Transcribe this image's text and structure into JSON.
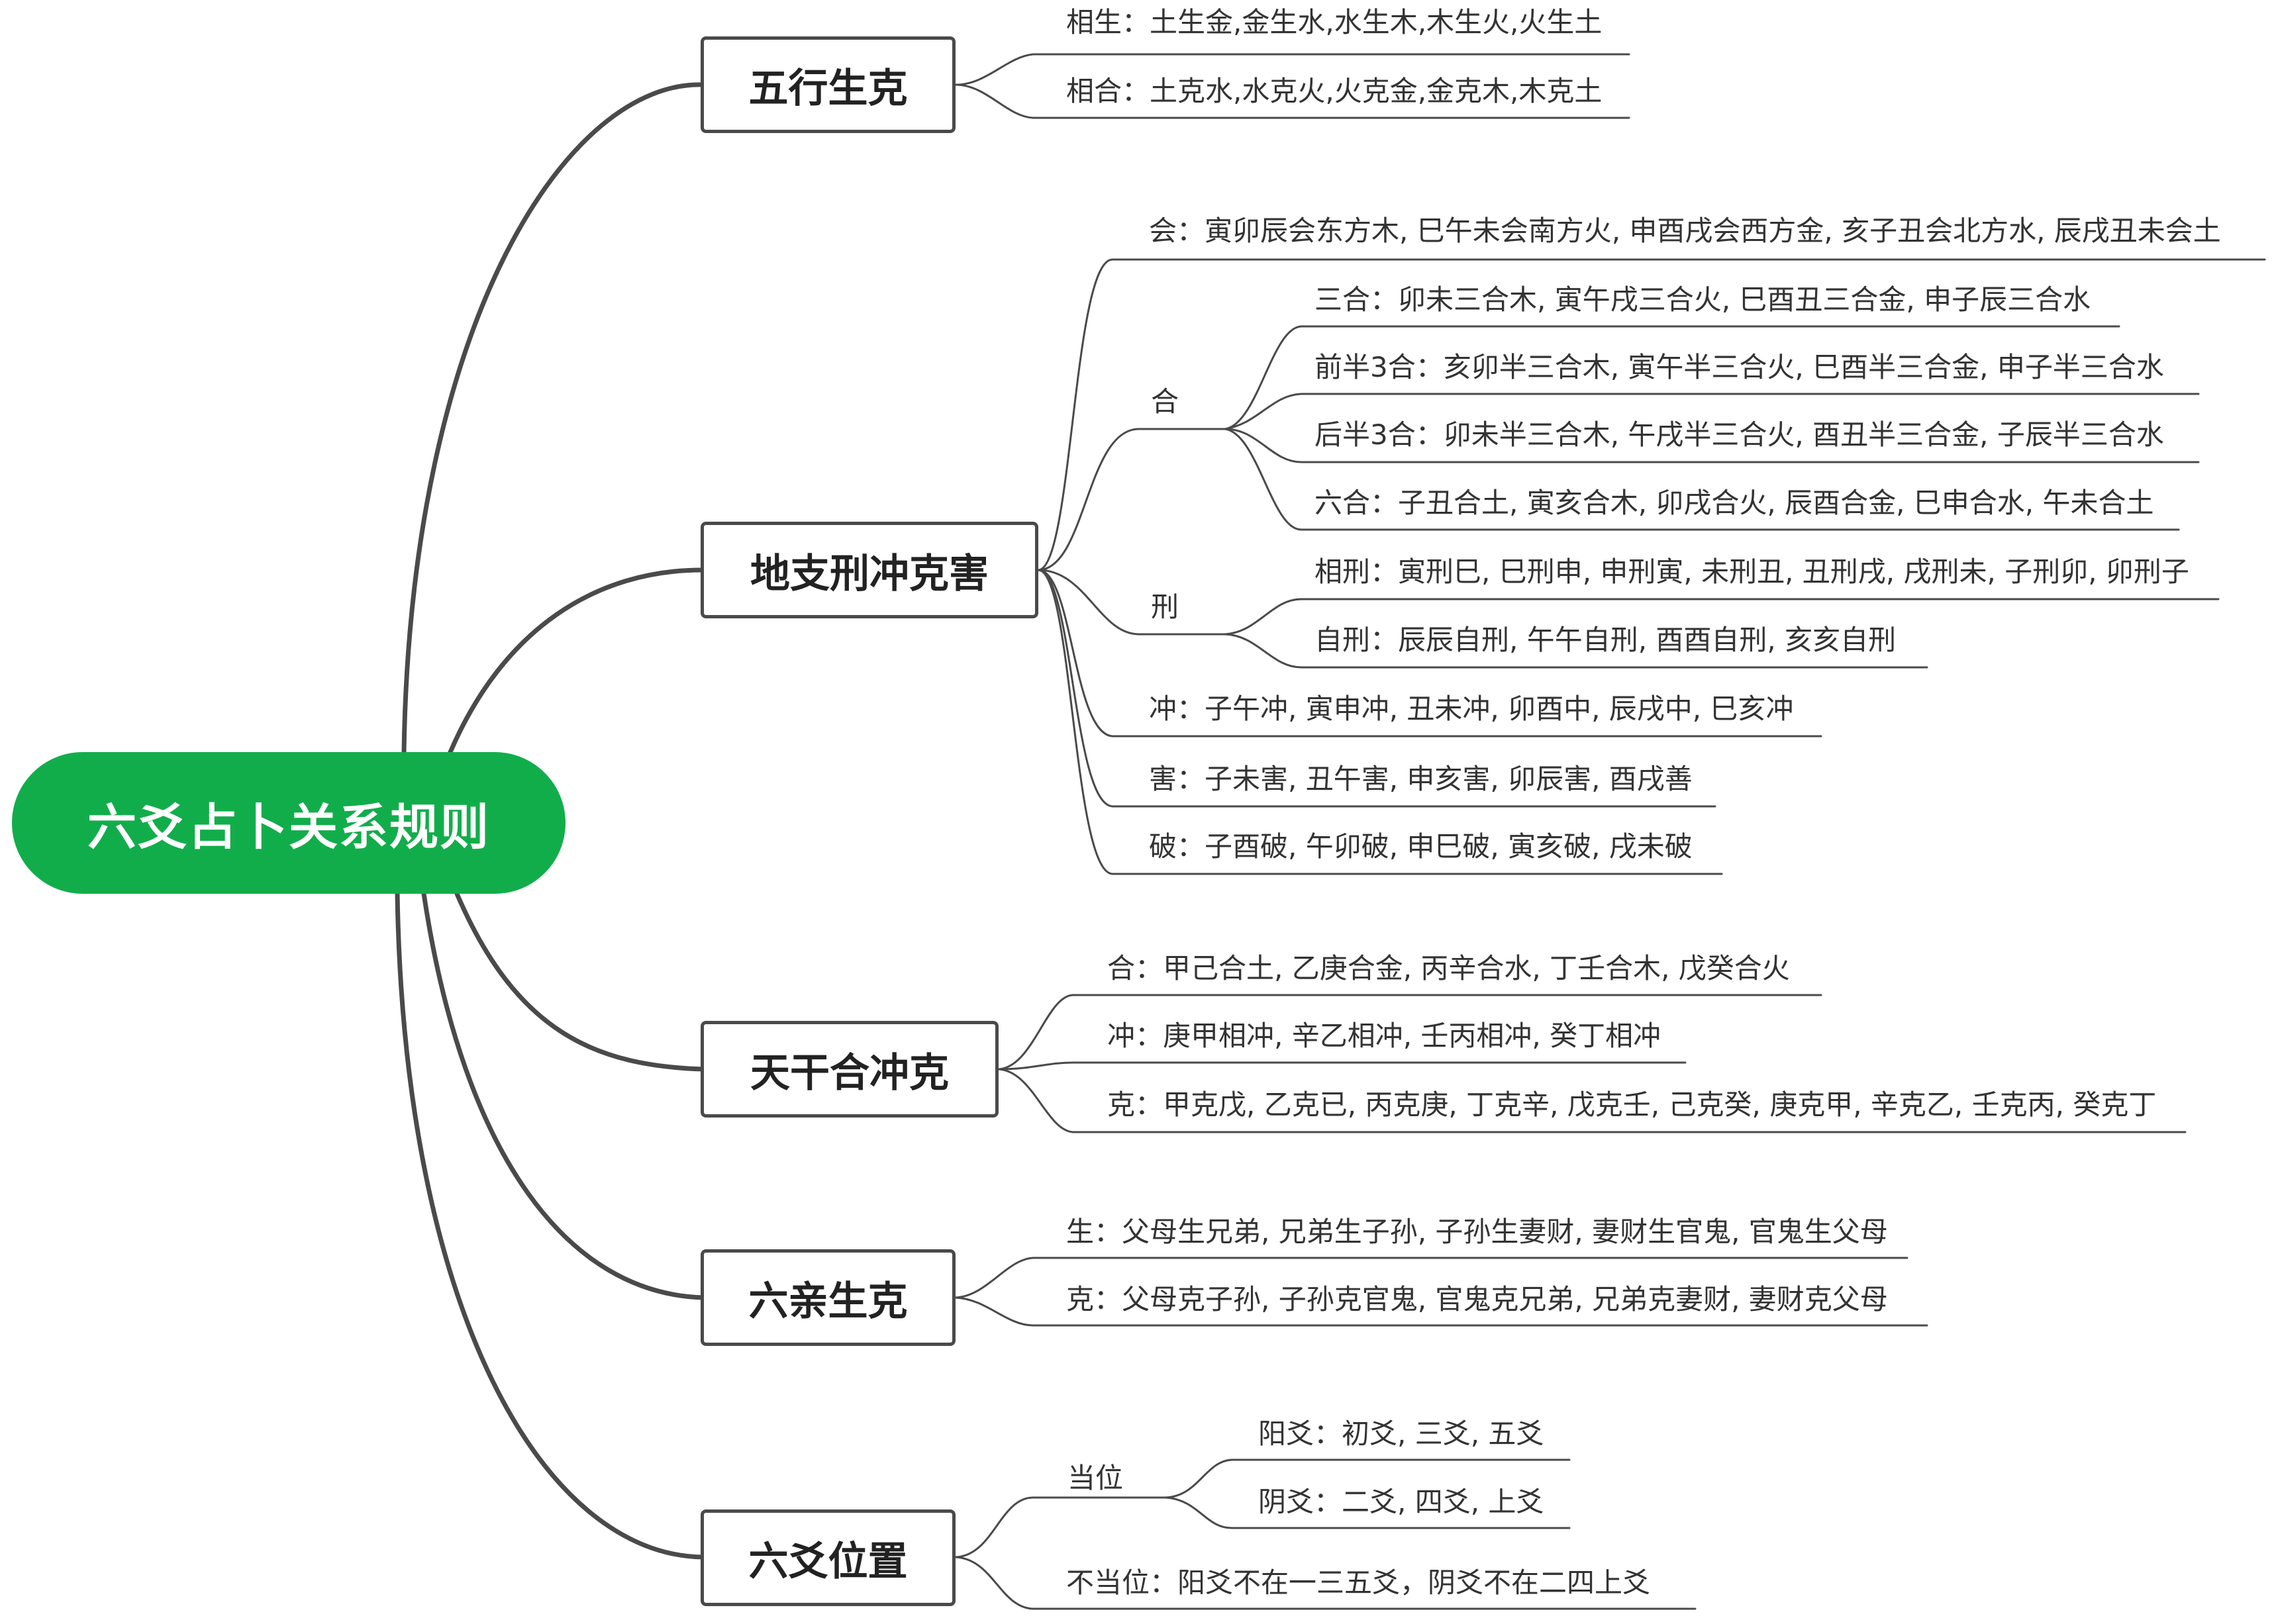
{
  "root": {
    "label": "六爻占卜关系规则"
  },
  "wuxing": {
    "label": "五行生克",
    "sheng": "相生：土生金,金生水,水生木,木生火,火生土",
    "he": "相合：土克水,水克火,火克金,金克木,木克土"
  },
  "dizhi": {
    "label": "地支刑冲克害",
    "hui": "会：寅卯辰会东方木, 巳午未会南方火, 申酉戌会西方金, 亥子丑会北方水, 辰戌丑未会土",
    "he": {
      "label": "合",
      "sanhe": "三合：卯未三合木, 寅午戌三合火, 巳酉丑三合金, 申子辰三合水",
      "qianban": "前半3合：亥卯半三合木, 寅午半三合火, 巳酉半三合金, 申子半三合水",
      "houban": "后半3合：卯未半三合木, 午戌半三合火, 酉丑半三合金, 子辰半三合水",
      "liuhe": "六合：子丑合土, 寅亥合木, 卯戌合火, 辰酉合金, 巳申合水, 午未合土"
    },
    "xing": {
      "label": "刑",
      "xiangxing": "相刑：寅刑巳, 巳刑申, 申刑寅, 未刑丑, 丑刑戌, 戌刑未, 子刑卯, 卯刑子",
      "zixing": "自刑：辰辰自刑, 午午自刑, 酉酉自刑, 亥亥自刑"
    },
    "chong": "冲：子午冲, 寅申冲, 丑未冲, 卯酉中, 辰戌中, 巳亥冲",
    "hai": "害：子未害, 丑午害, 申亥害, 卯辰害, 酉戌善",
    "po": "破：子酉破, 午卯破, 申巳破, 寅亥破, 戌未破"
  },
  "tiangan": {
    "label": "天干合冲克",
    "he": "合：甲己合土, 乙庚合金, 丙辛合水, 丁壬合木, 戊癸合火",
    "chong": "冲：庚甲相冲, 辛乙相冲, 壬丙相冲, 癸丁相冲",
    "ke": "克：甲克戊, 乙克已, 丙克庚, 丁克辛, 戊克壬, 己克癸, 庚克甲, 辛克乙, 壬克丙, 癸克丁"
  },
  "liuqin": {
    "label": "六亲生克",
    "sheng": "生：父母生兄弟, 兄弟生子孙, 子孙生妻财, 妻财生官鬼, 官鬼生父母",
    "ke": "克：父母克子孙, 子孙克官鬼, 官鬼克兄弟, 兄弟克妻财, 妻财克父母"
  },
  "yaowei": {
    "label": "六爻位置",
    "dangwei": {
      "label": "当位",
      "yang": "阳爻：初爻, 三爻, 五爻",
      "yin": "阴爻：二爻, 四爻, 上爻"
    },
    "budangwei": "不当位：阳爻不在一三五爻，阴爻不在二四上爻"
  },
  "colors": {
    "root": "#12ad4b",
    "line": "#4a4a4a"
  }
}
